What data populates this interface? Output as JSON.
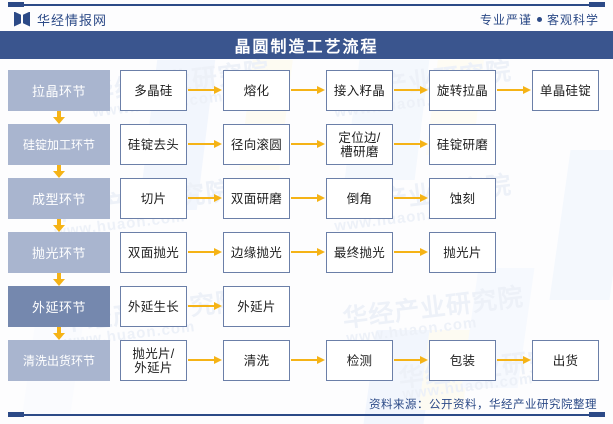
{
  "header": {
    "brand_name": "华经情报网",
    "logo_icon": "bowtie-logo-icon",
    "tagline_left": "专业严谨",
    "tagline_separator": "●",
    "tagline_right": "客观科学"
  },
  "title": "晶圆制造工艺流程",
  "footer": {
    "source": "资料来源：公开资料，华经产业研究院整理"
  },
  "watermark": {
    "brand": "华经产业研究院",
    "site": "www.huaon.com"
  },
  "colors": {
    "navy": "#2c4a87",
    "title_band": "#3a558e",
    "stage_label": "#a9b5cf",
    "stage_label_highlight": "#7588ae",
    "node_border": "#6b7fa8",
    "arrow": "#f5b316",
    "node_fill": "#ffffff",
    "text": "#1d1d1d"
  },
  "chart_data": {
    "type": "diagram",
    "title": "晶圆制造工艺流程",
    "orientation": "left-stage-labels-with-horizontal-process-rows",
    "rows": [
      {
        "stage": "拉晶环节",
        "highlight": false,
        "nodes": [
          "多晶硅",
          "熔化",
          "接入籽晶",
          "旋转拉晶",
          "单晶硅锭"
        ]
      },
      {
        "stage": "硅锭加工环节",
        "highlight": false,
        "nodes": [
          "硅锭去头",
          "径向滚圆",
          "定位边/\n槽研磨",
          "硅锭研磨"
        ]
      },
      {
        "stage": "成型环节",
        "highlight": false,
        "nodes": [
          "切片",
          "双面研磨",
          "倒角",
          "蚀刻"
        ]
      },
      {
        "stage": "抛光环节",
        "highlight": false,
        "nodes": [
          "双面抛光",
          "边缘抛光",
          "最终抛光",
          "抛光片"
        ]
      },
      {
        "stage": "外延环节",
        "highlight": true,
        "nodes": [
          "外延生长",
          "外延片"
        ]
      },
      {
        "stage": "清洗出货环节",
        "highlight": false,
        "nodes": [
          "抛光片/\n外延片",
          "清洗",
          "检测",
          "包装",
          "出货"
        ]
      }
    ]
  }
}
